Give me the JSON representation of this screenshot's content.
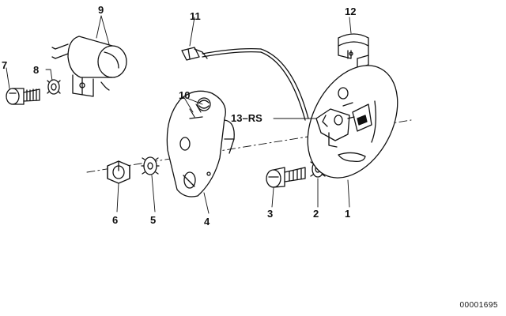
{
  "callouts": {
    "c1": "1",
    "c2": "2",
    "c3": "3",
    "c4": "4",
    "c5": "5",
    "c6": "6",
    "c7": "7",
    "c8": "8",
    "c9": "9",
    "c10": "10",
    "c11": "11",
    "c12": "12",
    "c13": "13–RS"
  },
  "reference_number": "00001695"
}
